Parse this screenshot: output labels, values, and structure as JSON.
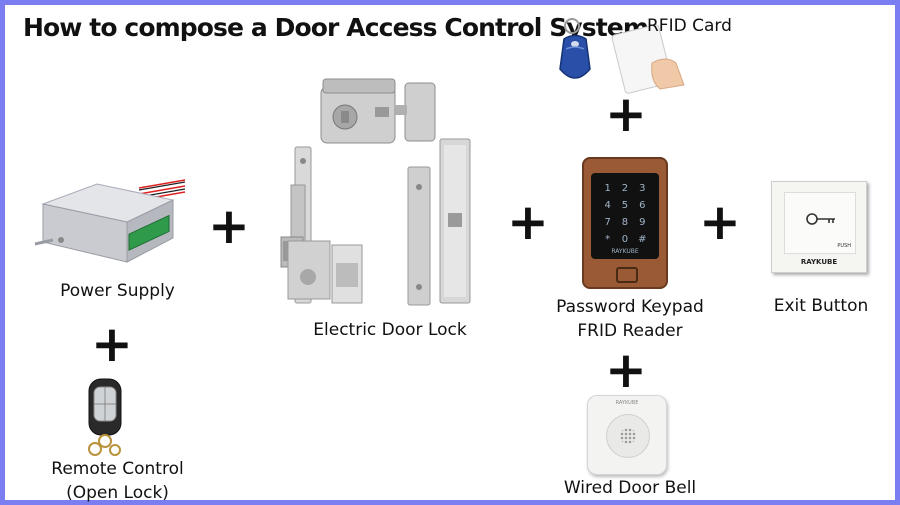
{
  "title": "How to compose a Door Access Control System",
  "plus_sign": "+",
  "components": {
    "rfid_card": "RFID Card",
    "power_supply": "Power Supply",
    "electric_door_lock": "Electric Door Lock",
    "keypad_line1": "Password Keypad",
    "keypad_line2": "FRID Reader",
    "exit_button": "Exit Button",
    "remote_line1": "Remote Control",
    "remote_line2": "(Open Lock)",
    "door_bell": "Wired Door Bell"
  },
  "keypad": {
    "brand": "RAYKUBE",
    "keys": [
      "1",
      "2",
      "3",
      "4",
      "5",
      "6",
      "7",
      "8",
      "9",
      "*",
      "0",
      "#"
    ]
  },
  "exit_button_device": {
    "brand": "RAYKUBE",
    "push": "PUSH"
  },
  "door_bell_device": {
    "brand": "RAYKUBE"
  },
  "colors": {
    "frame": "#7a7ef0",
    "keypad_bronze": "#9a5a36",
    "fob_blue": "#2a4fa8"
  }
}
